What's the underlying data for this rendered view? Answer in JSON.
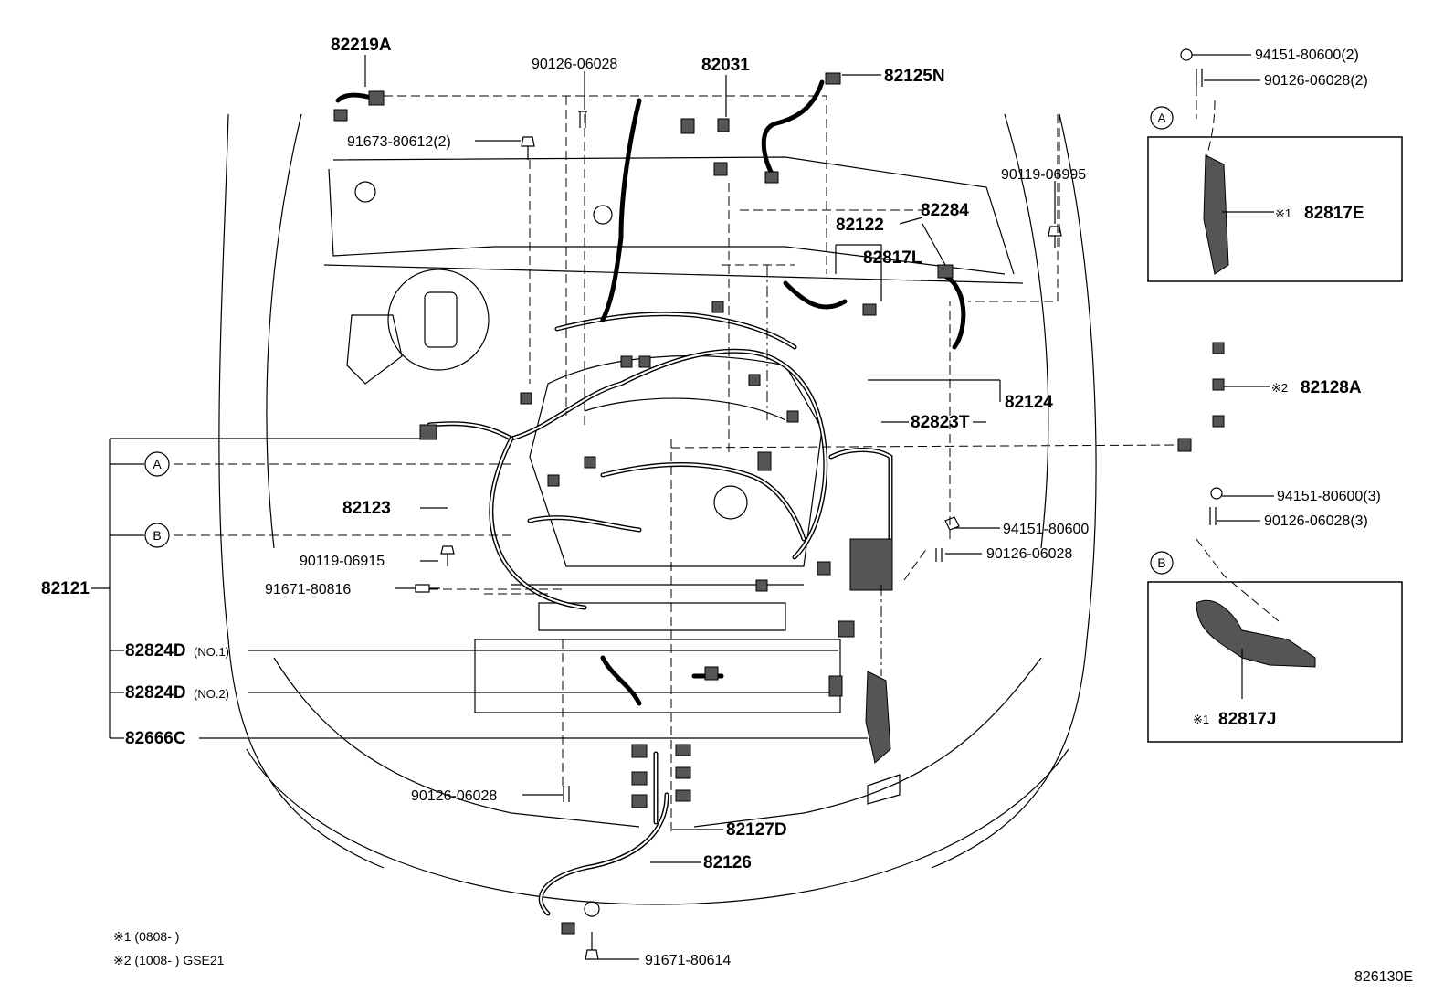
{
  "diagram_id": "826130E",
  "labels": {
    "p82219A": "82219A",
    "p90126_06028_top": "90126-06028",
    "p82031": "82031",
    "p82125N": "82125N",
    "p91673": "91673-80612(2)",
    "p90119_06995": "90119-06995",
    "p82122": "82122",
    "p82284": "82284",
    "p82817L": "82817L",
    "p82124": "82124",
    "p82823T": "82823T",
    "p82123": "82123",
    "p94151_80600": "94151-80600",
    "p90119_06915": "90119-06915",
    "p90126_06028_mid": "90126-06028",
    "p82121": "82121",
    "p91671_80816": "91671-80816",
    "p82824D_1": "82824D",
    "p82824D_1_sub": "(NO.1)",
    "p82824D_2": "82824D",
    "p82824D_2_sub": "(NO.2)",
    "p82666C": "82666C",
    "p90126_06028_low": "90126-06028",
    "p82127D": "82127D",
    "p82126": "82126",
    "p91671_80614": "91671-80614"
  },
  "detail_a": {
    "tag": "A",
    "nut": "94151-80600(2)",
    "bolt": "90126-06028(2)",
    "part_mark": "※1",
    "part": "82817E"
  },
  "detail_2": {
    "part_mark": "※2",
    "part": "82128A"
  },
  "detail_b": {
    "tag": "B",
    "nut": "94151-80600(3)",
    "bolt": "90126-06028(3)",
    "part_mark": "※1",
    "part": "82817J"
  },
  "callout_tags": {
    "a": "A",
    "b": "B"
  },
  "notes": {
    "n1": "※1 (0808-        )",
    "n2": "※2 (1008-        ) GSE21"
  }
}
